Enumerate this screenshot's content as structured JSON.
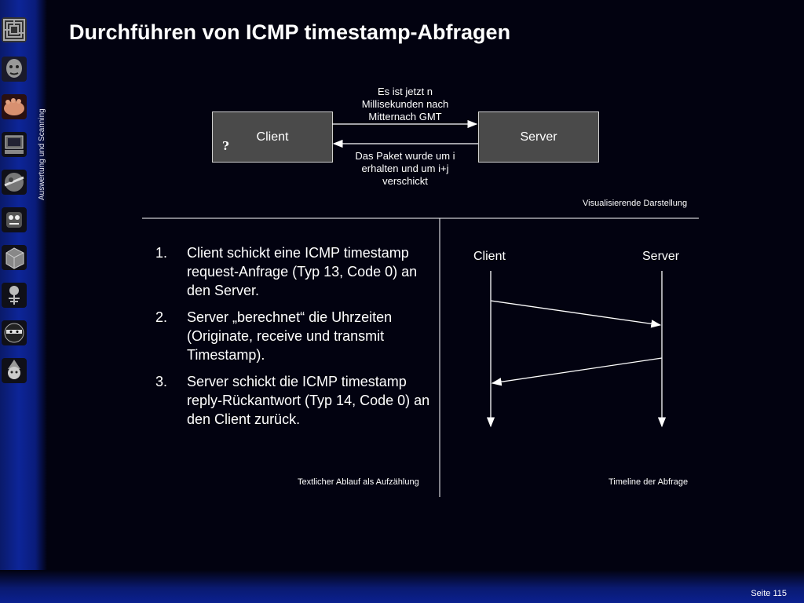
{
  "title": "Durchführen von ICMP timestamp-Abfragen",
  "sidebar": {
    "section_label": "Auswertung und Scanning",
    "icons": [
      "maze-icon",
      "face-icon",
      "hand-icon",
      "computer-icon",
      "planet-icon",
      "monster-icon",
      "cube-icon",
      "skeleton-icon",
      "masked-face-icon",
      "gnome-icon"
    ]
  },
  "diagram": {
    "client_label": "Client",
    "server_label": "Server",
    "question_mark": "?",
    "request_note": "Es ist jetzt n Millisekunden nach Mitternach GMT",
    "reply_note": "Das Paket wurde um i erhalten und um i+j verschickt",
    "caption": "Visualisierende Darstellung"
  },
  "steps": [
    {
      "number": "1.",
      "text": "Client schickt eine ICMP timestamp request-Anfrage (Typ 13, Code 0) an den Server."
    },
    {
      "number": "2.",
      "text": "Server „berechnet“ die Uhrzeiten (Originate, receive und transmit Timestamp)."
    },
    {
      "number": "3.",
      "text": "Server schickt die ICMP timestamp reply-Rückantwort (Typ 14, Code 0) an den Client zurück."
    }
  ],
  "steps_caption": "Textlicher Ablauf als Aufzählung",
  "timeline": {
    "client_label": "Client",
    "server_label": "Server",
    "caption": "Timeline der Abfrage"
  },
  "footer": {
    "page_label": "Seite 115"
  },
  "colors": {
    "background": "#020210",
    "sidebar_blue": "#0d2598",
    "box_fill": "#4a4a4a"
  }
}
